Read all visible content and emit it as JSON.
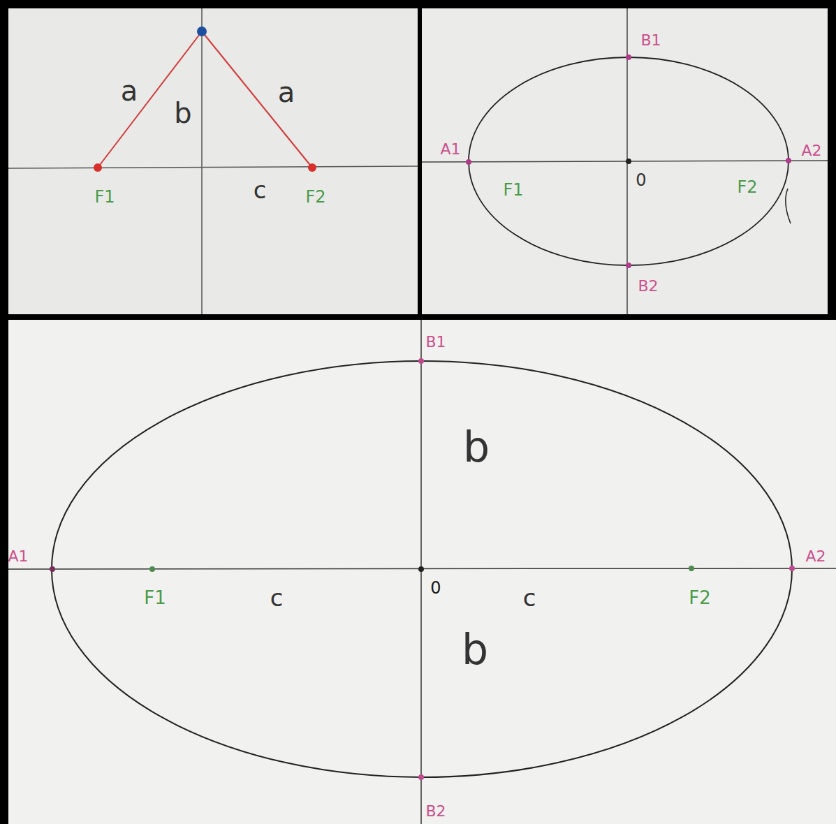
{
  "diagram": {
    "labels": [
      "a",
      "b",
      "a",
      "c",
      "F1",
      "F2",
      "B1",
      "A1",
      "F1",
      "0",
      "F2",
      "A2",
      "B2",
      "B1",
      "b",
      "A1",
      "F1",
      "c",
      "0",
      "c",
      "F2",
      "A2",
      "b",
      "B2"
    ]
  }
}
